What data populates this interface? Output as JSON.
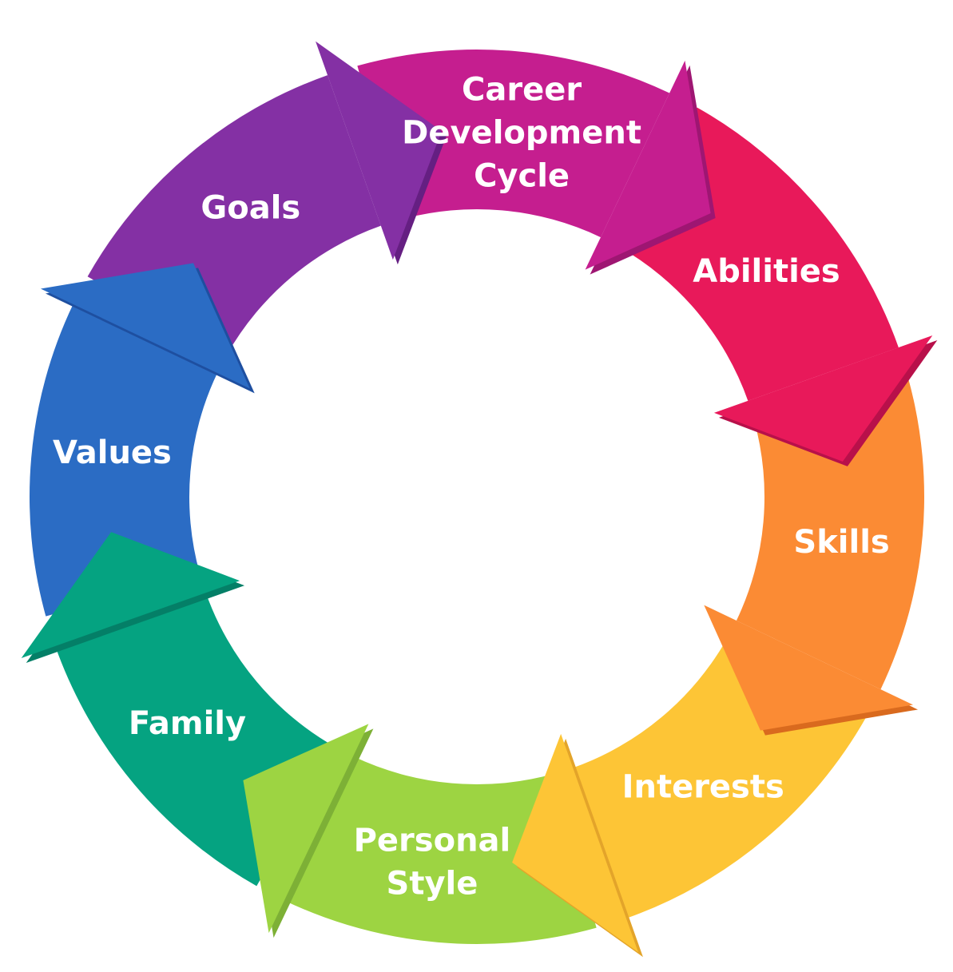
{
  "diagram": {
    "type": "cycle",
    "direction": "clockwise",
    "segments": [
      {
        "lines": [
          "Career",
          "Development",
          "Cycle"
        ],
        "color": "#C51E8F",
        "shade": "#9E1672"
      },
      {
        "lines": [
          "Abilities"
        ],
        "color": "#E8195A",
        "shade": "#B8104A"
      },
      {
        "lines": [
          "Skills"
        ],
        "color": "#FB8B34",
        "shade": "#D96A1E"
      },
      {
        "lines": [
          "Interests"
        ],
        "color": "#FDC536",
        "shade": "#E3A42A"
      },
      {
        "lines": [
          "Personal",
          "Style"
        ],
        "color": "#9DD442",
        "shade": "#7DB036"
      },
      {
        "lines": [
          "Family"
        ],
        "color": "#05A381",
        "shade": "#047F67"
      },
      {
        "lines": [
          "Values"
        ],
        "color": "#2B6CC4",
        "shade": "#1E4FA0"
      },
      {
        "lines": [
          "Goals"
        ],
        "color": "#8430A4",
        "shade": "#651F82"
      }
    ]
  }
}
